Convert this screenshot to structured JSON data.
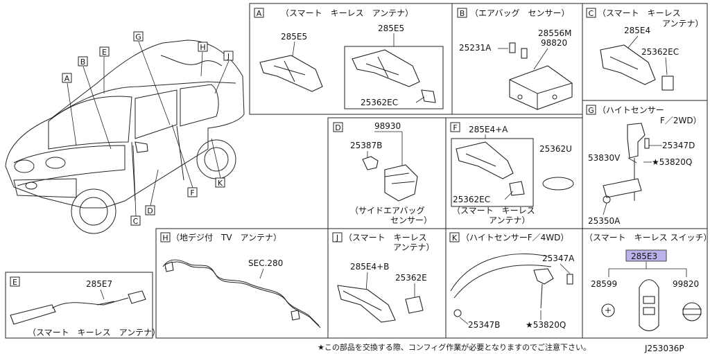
{
  "callouts": [
    "A",
    "B",
    "C",
    "D",
    "E",
    "F",
    "G",
    "H",
    "J",
    "K"
  ],
  "sections": {
    "A": {
      "letter": "A",
      "title": "（スマート　キーレス　アンテナ）",
      "parts": [
        "285E5",
        "285E5",
        "25362EC"
      ]
    },
    "B": {
      "letter": "B",
      "title": "（エアバッグ　センサー）",
      "parts": [
        "28556M",
        "98820",
        "25231A"
      ]
    },
    "C": {
      "letter": "C",
      "title": "（スマート　キーレス",
      "title2": "アンテナ）",
      "parts": [
        "285E4",
        "25362EC"
      ]
    },
    "D": {
      "letter": "D",
      "parts": [
        "98930",
        "25387B"
      ],
      "caption1": "（サイドエアバッグ",
      "caption2": "センサー）"
    },
    "F": {
      "letter": "F",
      "parts": [
        "285E4+A",
        "25362U",
        "25362EC"
      ],
      "caption1": "（スマート　キーレス",
      "caption2": "アンテナ）"
    },
    "G": {
      "letter": "G",
      "title": "（ハイトセンサー",
      "title2": "F／2WD）",
      "parts": [
        "25347D",
        "53830V",
        "★53820Q",
        "25350A"
      ]
    },
    "E": {
      "letter": "E",
      "parts": [
        "285E7"
      ],
      "caption": "（スマート　キーレス　アンテナ）"
    },
    "H": {
      "letter": "H",
      "title": "（地デジ付　TV　アンテナ）",
      "parts": [
        "SEC.280"
      ]
    },
    "J": {
      "letter": "J",
      "title": "（スマート　キーレス",
      "title2": "アンテナ）",
      "parts": [
        "285E4+B",
        "25362E"
      ]
    },
    "K": {
      "letter": "K",
      "title": "（ハイトセンサーF／4WD）",
      "parts": [
        "25347A",
        "25347B",
        "★53820Q"
      ]
    },
    "S": {
      "title": "（スマート　キーレス スイッチ）",
      "parts": [
        "285E3",
        "28599",
        "99820"
      ],
      "highlight": "#b9b3ea"
    }
  },
  "footer": {
    "note": "★この部品を交換する際、コンフィグ作業が必要となりますのでご注意下さい。",
    "code": "J253036P"
  }
}
